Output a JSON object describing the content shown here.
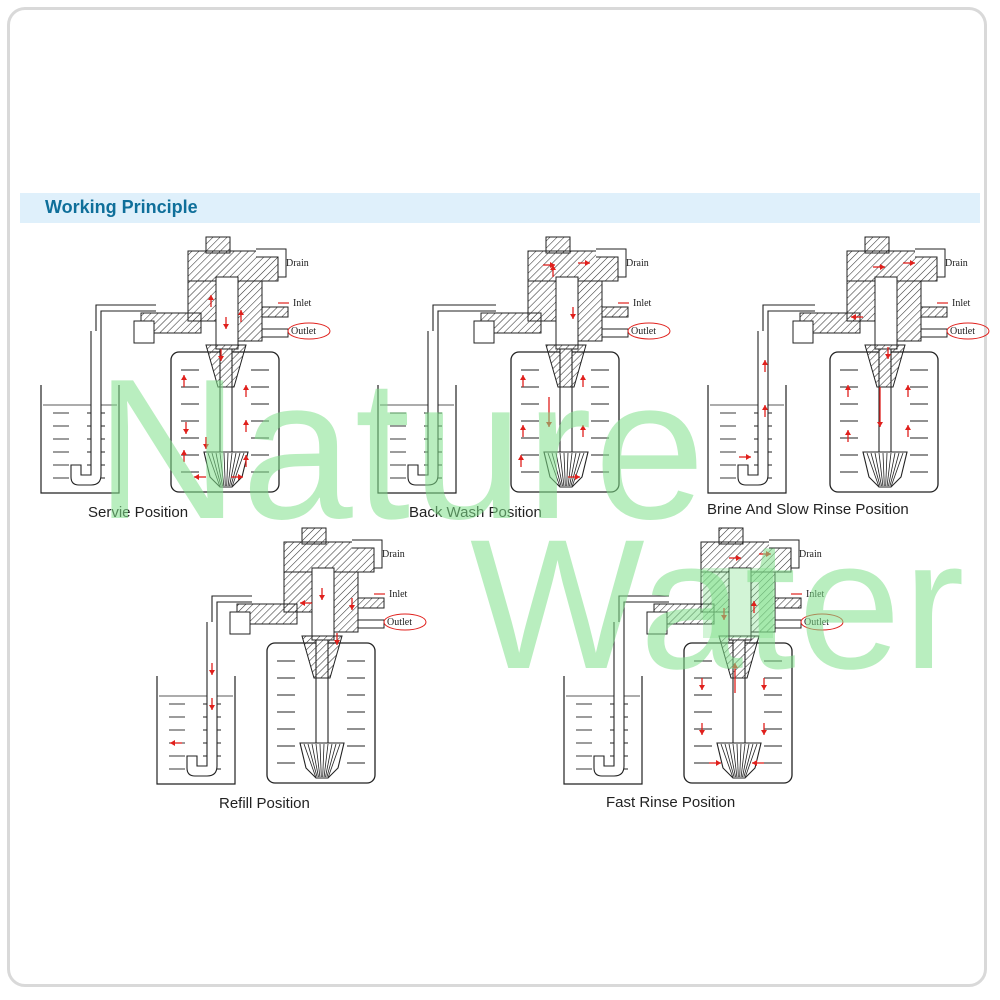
{
  "header": {
    "title": "Working Principle"
  },
  "watermark": {
    "line1": "Nature",
    "line2": "Water",
    "color": "#7fe08a"
  },
  "colors": {
    "flow_arrow": "#e0201c",
    "header_bg": "#dff0fb",
    "title": "#0f6f9a"
  },
  "port_labels": {
    "drain": "Drain",
    "inlet": "Inlet",
    "outlet": "Outlet"
  },
  "positions": [
    {
      "caption": "Servie Position"
    },
    {
      "caption": "Back Wash Position"
    },
    {
      "caption": "Brine And Slow Rinse Position"
    },
    {
      "caption": "Refill Position"
    },
    {
      "caption": "Fast Rinse Position"
    }
  ]
}
